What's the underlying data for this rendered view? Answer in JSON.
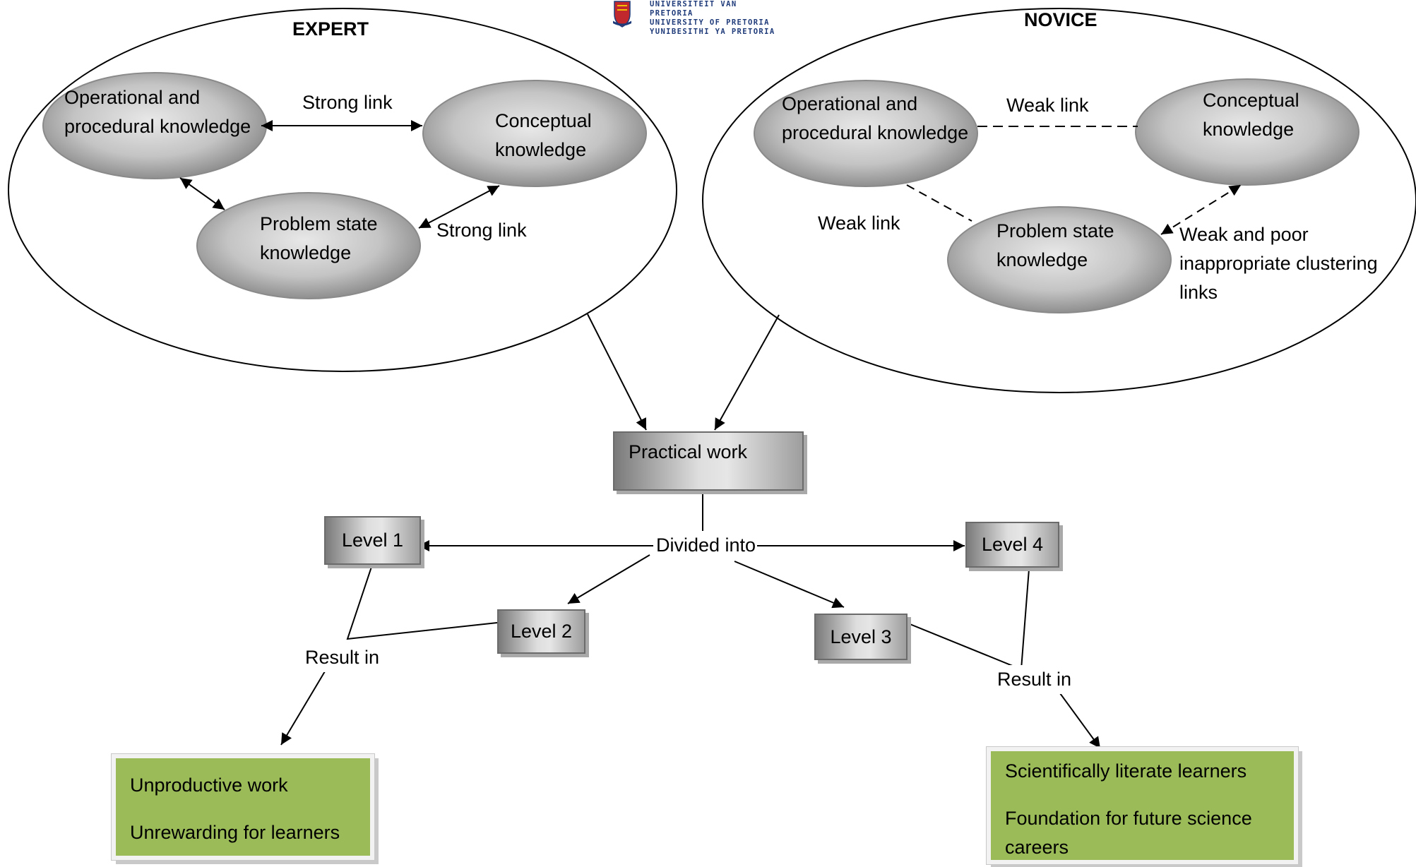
{
  "logo": {
    "lines": [
      "UNIVERSITEIT VAN PRETORIA",
      "UNIVERSITY OF PRETORIA",
      "YUNIBESITHI YA PRETORIA"
    ]
  },
  "expert": {
    "title": "EXPERT",
    "operational": "Operational and\nprocedural knowledge",
    "conceptual": "Conceptual\nknowledge",
    "problem_state": "Problem state\nknowledge",
    "link_top": "Strong link",
    "link_right": "Strong link"
  },
  "novice": {
    "title": "NOVICE",
    "operational": "Operational and\nprocedural knowledge",
    "conceptual": "Conceptual\nknowledge",
    "problem_state": "Problem state\nknowledge",
    "link_top": "Weak link",
    "link_left": "Weak link",
    "link_right": "Weak and poor\ninappropriate clustering\nlinks"
  },
  "center": {
    "practical_work": "Practical work",
    "divided_into": "Divided into",
    "level1": "Level 1",
    "level2": "Level 2",
    "level3": "Level 3",
    "level4": "Level 4",
    "result_in_left": "Result in",
    "result_in_right": "Result in"
  },
  "outcomes": {
    "left": [
      "Unproductive work",
      "Unrewarding for learners"
    ],
    "right": [
      "Scientifically literate learners",
      "Foundation for future science\ncareers"
    ]
  },
  "colors": {
    "outcome_green": "#9bbb59",
    "logo_blue": "#1f3b7a",
    "logo_red": "#c0282e"
  }
}
